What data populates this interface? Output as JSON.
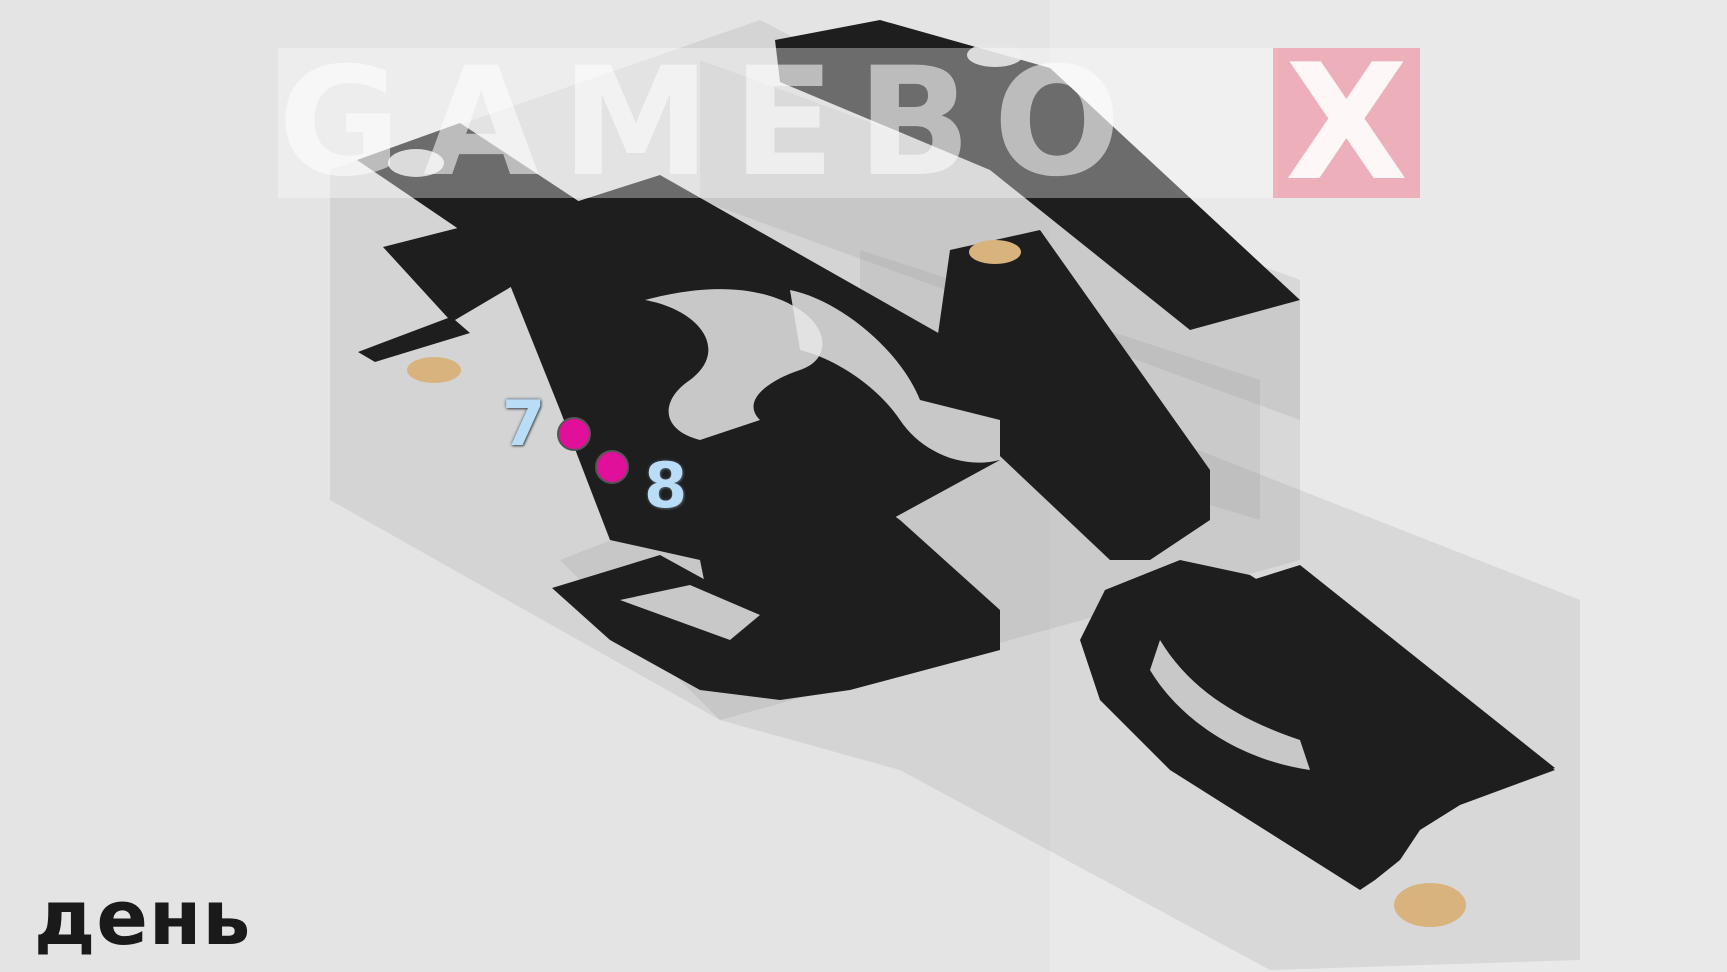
{
  "watermark": {
    "text": "GAMEBO",
    "accent_letter": "X",
    "accent_color": "#f08296"
  },
  "markers": [
    {
      "number": "7",
      "color": "#e0109a"
    },
    {
      "number": "8",
      "color": "#e0109a"
    }
  ],
  "time_of_day": "день",
  "colors": {
    "floor": "#1e1e1e",
    "wall": "#b8b8b8",
    "background": "#e6e6e6",
    "pad": "#d9b37e",
    "label": "#b9dcf7"
  }
}
